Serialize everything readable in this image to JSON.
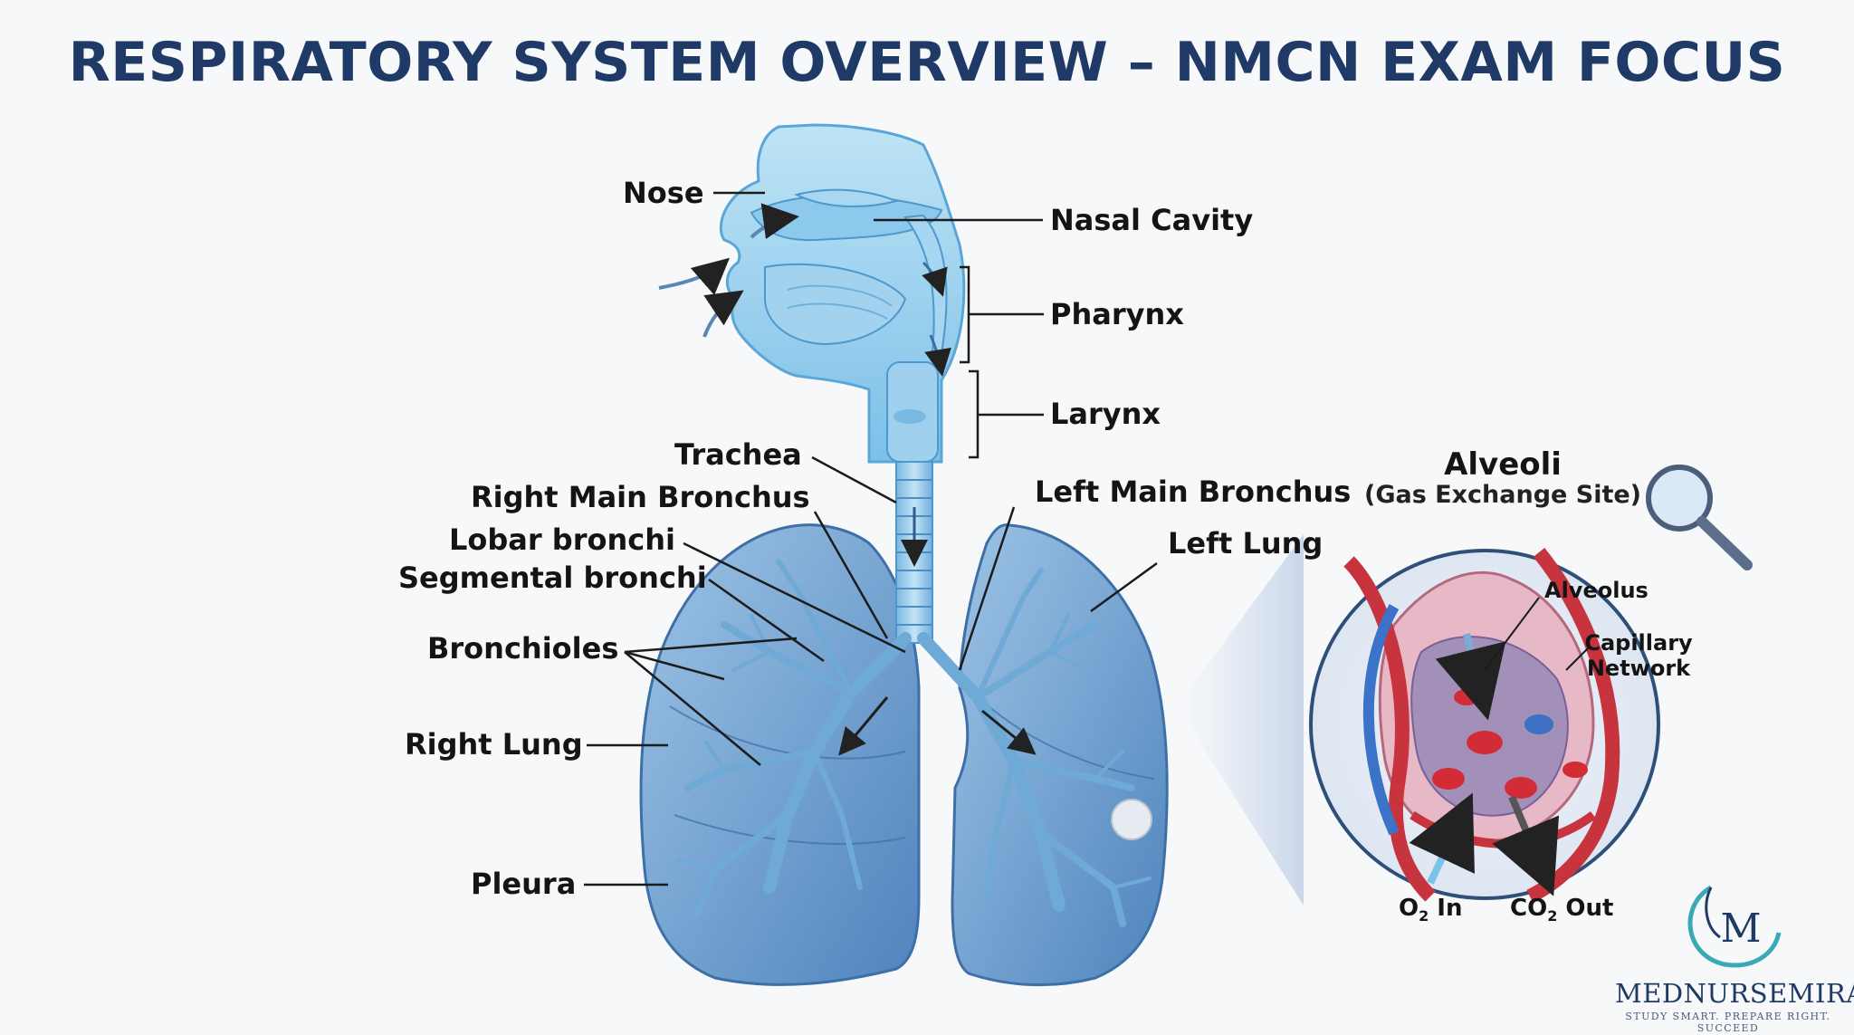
{
  "title": "RESPIRATORY SYSTEM OVERVIEW – NMCN EXAM FOCUS",
  "labels": {
    "nose": "Nose",
    "nasal_cavity": "Nasal Cavity",
    "pharynx": "Pharynx",
    "larynx": "Larynx",
    "trachea": "Trachea",
    "right_main_bronchus": "Right Main Bronchus",
    "left_main_bronchus": "Left Main Bronchus",
    "lobar_bronchi": "Lobar bronchi",
    "segmental_bronchi": "Segmental bronchi",
    "left_lung": "Left Lung",
    "bronchioles": "Bronchioles",
    "right_lung": "Right Lung",
    "pleura": "Pleura"
  },
  "inset": {
    "title": "Alveoli",
    "subtitle": "(Gas Exchange Site)",
    "alveolus": "Alveolus",
    "capillary_line1": "Capillary",
    "capillary_line2": "Network",
    "o2_prefix": "O",
    "o2_sub": "2",
    "o2_suffix": " In",
    "co2_prefix": "CO",
    "co2_sub": "2",
    "co2_suffix": " Out"
  },
  "logo": {
    "mark": "M",
    "name": "MEDNURSEMIRA",
    "tagline": "STUDY SMART. PREPARE RIGHT. SUCCEED"
  },
  "icons": [
    "magnifier-icon",
    "logo-mark-icon"
  ]
}
